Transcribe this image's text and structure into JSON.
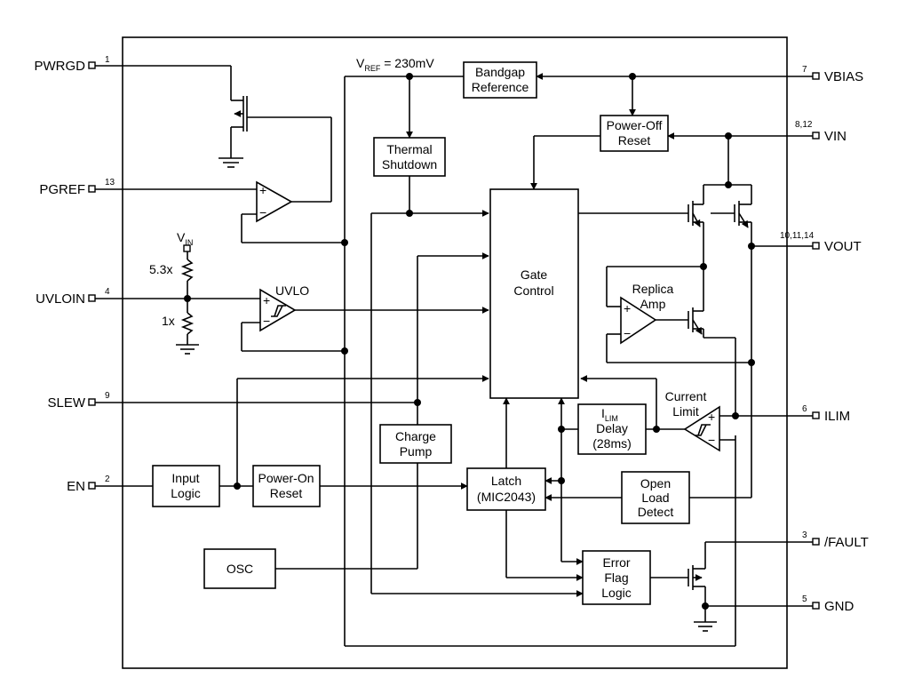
{
  "pins": {
    "pwrgd": {
      "name": "PWRGD",
      "num": "1"
    },
    "pgref": {
      "name": "PGREF",
      "num": "13"
    },
    "uvloin": {
      "name": "UVLOIN",
      "num": "4"
    },
    "slew": {
      "name": "SLEW",
      "num": "9"
    },
    "en": {
      "name": "EN",
      "num": "2"
    },
    "vbias": {
      "name": "VBIAS",
      "num": "7"
    },
    "vin": {
      "name": "VIN",
      "num": "8,12"
    },
    "vout": {
      "name": "VOUT",
      "num": "10,11,14"
    },
    "ilim": {
      "name": "ILIM",
      "num": "6"
    },
    "fault": {
      "name": "/FAULT",
      "num": "3"
    },
    "gnd": {
      "name": "GND",
      "num": "5"
    }
  },
  "labels": {
    "vref_v": "V",
    "vref_sub": "REF",
    "vref_val": " = 230mV",
    "vin_v": "V",
    "vin_sub": "IN",
    "ratio_top": "5.3x",
    "ratio_bot": "1x",
    "uvlo": "UVLO",
    "plus": "+",
    "minus": "−"
  },
  "blocks": {
    "bandgap": [
      "Bandgap",
      "Reference"
    ],
    "poweroff": [
      "Power-Off",
      "Reset"
    ],
    "thermal": [
      "Thermal",
      "Shutdown"
    ],
    "gate": [
      "Gate",
      "Control"
    ],
    "replica": [
      "Replica",
      "Amp"
    ],
    "current_limit": [
      "Current",
      "Limit"
    ],
    "ilim_delay_i": "I",
    "ilim_delay_sub": "LIM",
    "ilim_delay": [
      "Delay",
      "(28ms)"
    ],
    "charge_pump": [
      "Charge",
      "Pump"
    ],
    "input_logic": [
      "Input",
      "Logic"
    ],
    "power_on": [
      "Power-On",
      "Reset"
    ],
    "latch": [
      "Latch",
      "(MIC2043)"
    ],
    "open_load": [
      "Open",
      "Load",
      "Detect"
    ],
    "osc": "OSC",
    "error_flag": [
      "Error",
      "Flag",
      "Logic"
    ]
  }
}
